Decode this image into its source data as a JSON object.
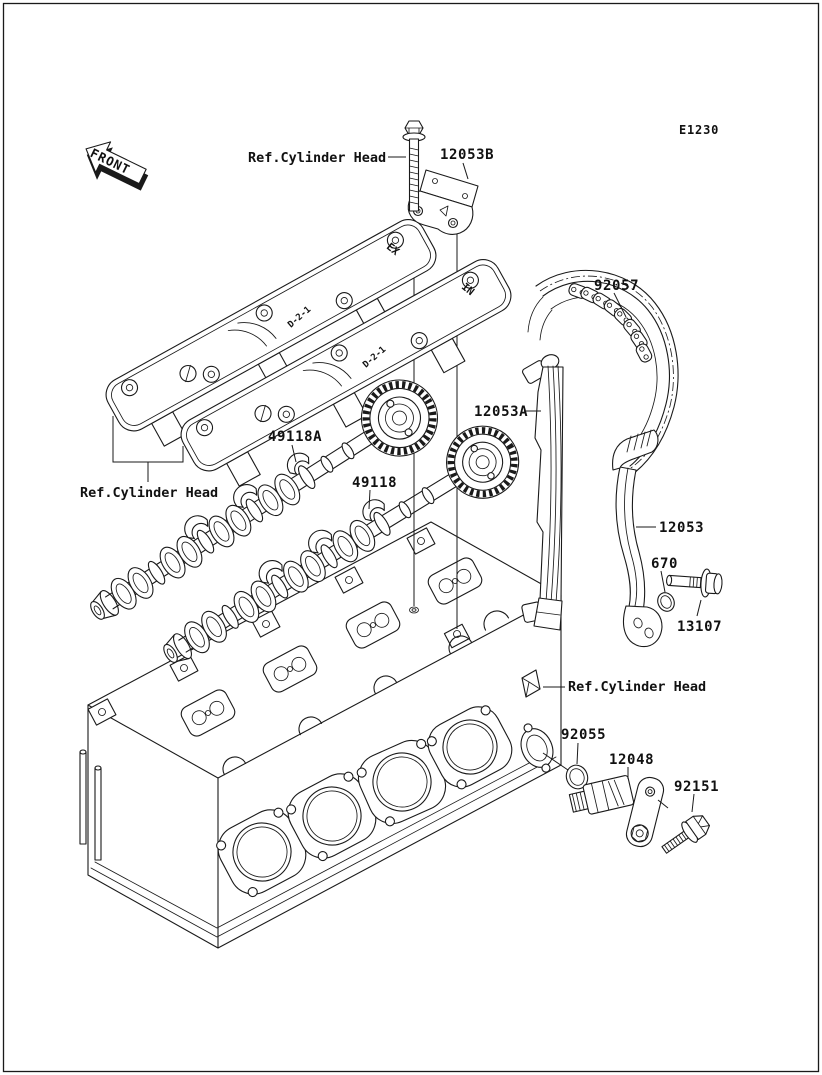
{
  "diagram": {
    "code": "E1230",
    "front_marker": "FRONT",
    "references": {
      "top": "Ref.Cylinder Head",
      "left": "Ref.Cylinder Head",
      "right": "Ref.Cylinder Head"
    },
    "parts": {
      "bracket": "12053B",
      "chain": "92057",
      "guide_straight": "12053A",
      "camshaft_exhaust": "49118A",
      "camshaft_intake": "49118",
      "guide_curved": "12053",
      "oring_small": "670",
      "bolt_guide": "13107",
      "oring_tensioner": "92055",
      "tensioner": "12048",
      "bolt_tensioner": "92151"
    },
    "cover_markings": {
      "exhaust": "EX",
      "intake": "IN",
      "mold_code_ex": "D-2-1",
      "mold_code_in": "D-2-1"
    },
    "colors": {
      "line": "#1a1a1a",
      "background": "#ffffff"
    }
  }
}
